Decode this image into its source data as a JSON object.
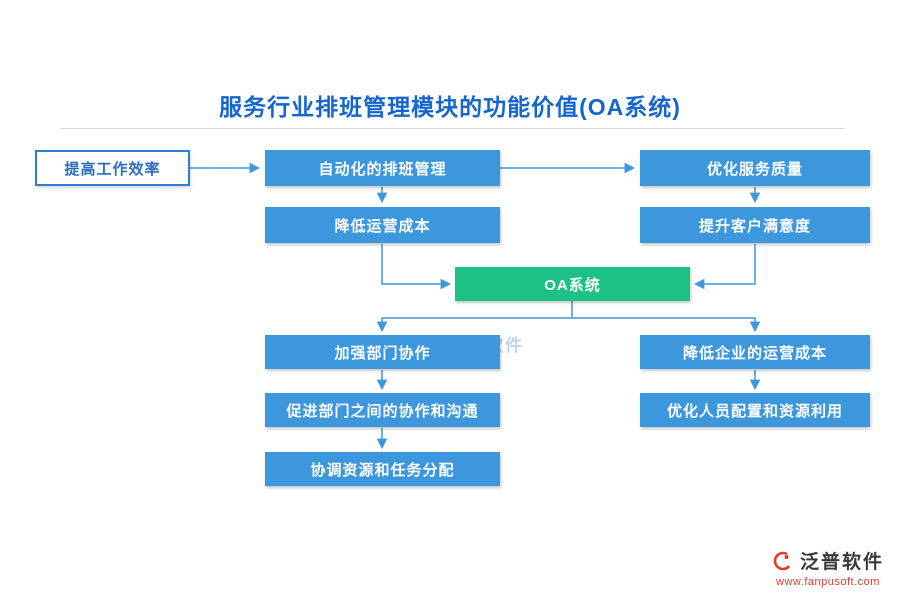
{
  "title": "服务行业排班管理模块的功能价值(OA系统)",
  "nodes": {
    "efficiency": {
      "label": "提高工作效率"
    },
    "auto_scheduling": {
      "label": "自动化的排班管理"
    },
    "service_quality": {
      "label": "优化服务质量"
    },
    "reduce_cost": {
      "label": "降低运营成本"
    },
    "customer_satisfaction": {
      "label": "提升客户满意度"
    },
    "oa_system": {
      "label": "OA系统"
    },
    "dept_collab": {
      "label": "加强部门协作"
    },
    "enterprise_cost": {
      "label": "降低企业的运营成本"
    },
    "promote_collab": {
      "label": "促进部门之间的协作和沟通"
    },
    "optimize_staffing": {
      "label": "优化人员配置和资源利用"
    },
    "coordinate_resources": {
      "label": "协调资源和任务分配"
    }
  },
  "watermark": {
    "text": "泛普软件"
  },
  "footer": {
    "brand": "泛普软件",
    "url": "www.fanpusoft.com"
  },
  "colors": {
    "node_blue": "#3c97dd",
    "node_green": "#1ec184",
    "title_blue": "#1565cf",
    "outline_border_blue": "#2f7fd0",
    "footer_red": "#e03a2f"
  }
}
